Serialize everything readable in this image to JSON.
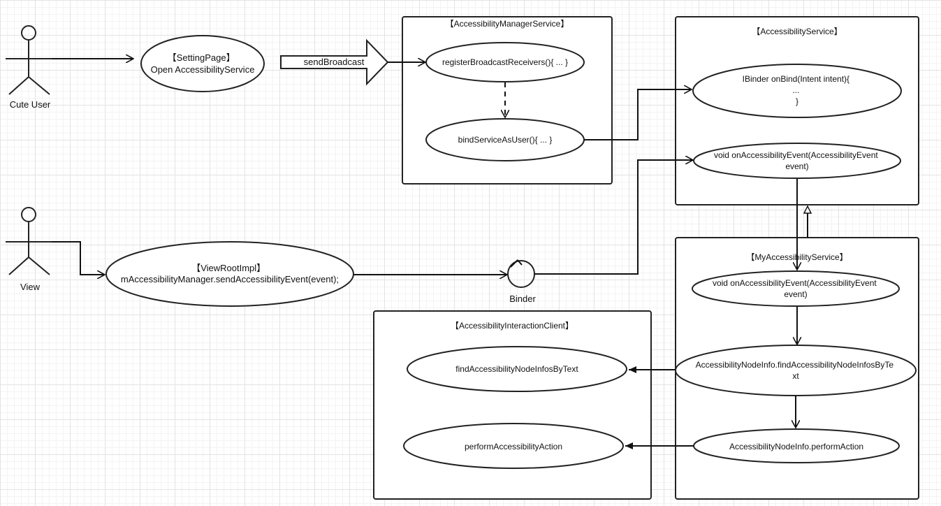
{
  "actors": {
    "cute_user": "Cute User",
    "view": "View"
  },
  "boxes": {
    "manager_service": "【AccessibilityManagerService】",
    "accessibility_service": "【AccessibilityService】",
    "my_service": "【MyAccessibilityService】",
    "interaction_client": "【AccessibilityInteractionClient】"
  },
  "nodes": {
    "setting_page": [
      "【SettingPage】",
      "Open AccessibilityService"
    ],
    "register_receivers": "registerBroadcastReceivers(){ ... }",
    "bind_service": "bindServiceAsUser(){ ... }",
    "on_bind": [
      "IBinder onBind(Intent intent){",
      "...",
      "}"
    ],
    "on_event_service": [
      "void onAccessibilityEvent(AccessibilityEvent",
      "event)"
    ],
    "view_root_impl": [
      "【ViewRootImpl】",
      "mAccessibilityManager.sendAccessibilityEvent(event);"
    ],
    "on_event_my": [
      "void onAccessibilityEvent(AccessibilityEvent",
      "event)"
    ],
    "find_by_text_my": [
      "AccessibilityNodeInfo.findAccessibilityNodeInfosByTe",
      "xt"
    ],
    "perform_action_my": "AccessibilityNodeInfo.performAction",
    "find_by_text_client": "findAccessibilityNodeInfosByText",
    "perform_action_client": "performAccessibilityAction"
  },
  "labels": {
    "send_broadcast": "sendBroadcast",
    "binder": "Binder"
  },
  "colors": {
    "stroke": "#222222",
    "grid": "#e3e3e3",
    "background": "#ffffff"
  }
}
